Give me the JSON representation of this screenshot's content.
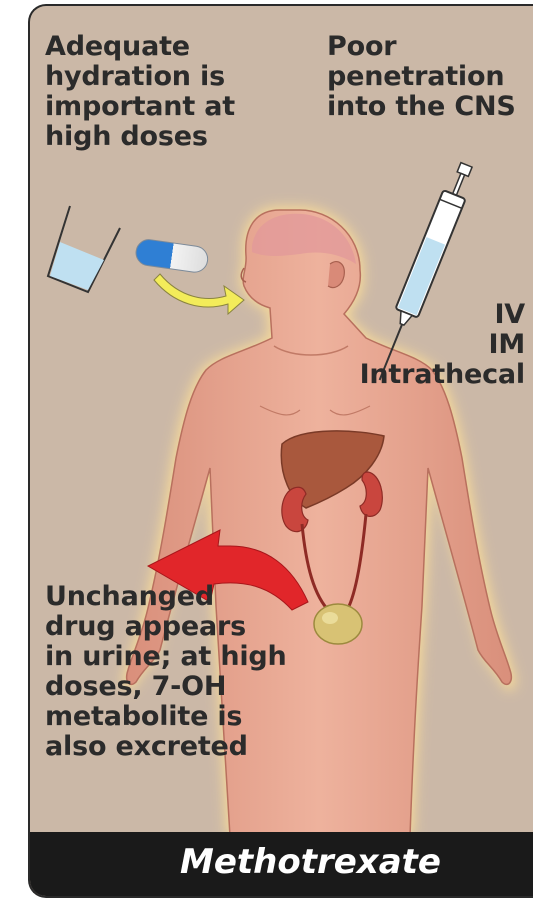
{
  "labels": {
    "hydration": [
      "Adequate",
      "hydration is",
      "important at",
      "high doses"
    ],
    "cns": [
      "Poor",
      "penetration",
      "into the CNS"
    ],
    "routes": [
      "IV",
      "IM",
      "Intrathecal"
    ],
    "excretion": [
      "Unchanged",
      "drug appears",
      "in urine; at high",
      "doses, 7-OH",
      "metabolite is",
      "also excreted"
    ]
  },
  "footer": {
    "title": "Methotrexate"
  },
  "colors": {
    "panel": "#cbb8a7",
    "skin": "#e7a48f",
    "glow": "#f6d99a",
    "liver": "#a9583d",
    "kidney": "#c9463e",
    "bladder": "#d8c274",
    "arrow_red": "#e1262a",
    "arrow_yellow": "#f3ec5a",
    "syringe_fluid": "#bfe0f1",
    "footer": "#1a1a1a"
  },
  "icons": [
    "water-glass-icon",
    "pill-capsule-icon",
    "syringe-icon",
    "human-body-icon",
    "liver-icon",
    "kidney-icon",
    "bladder-icon",
    "curved-arrow-icon"
  ]
}
